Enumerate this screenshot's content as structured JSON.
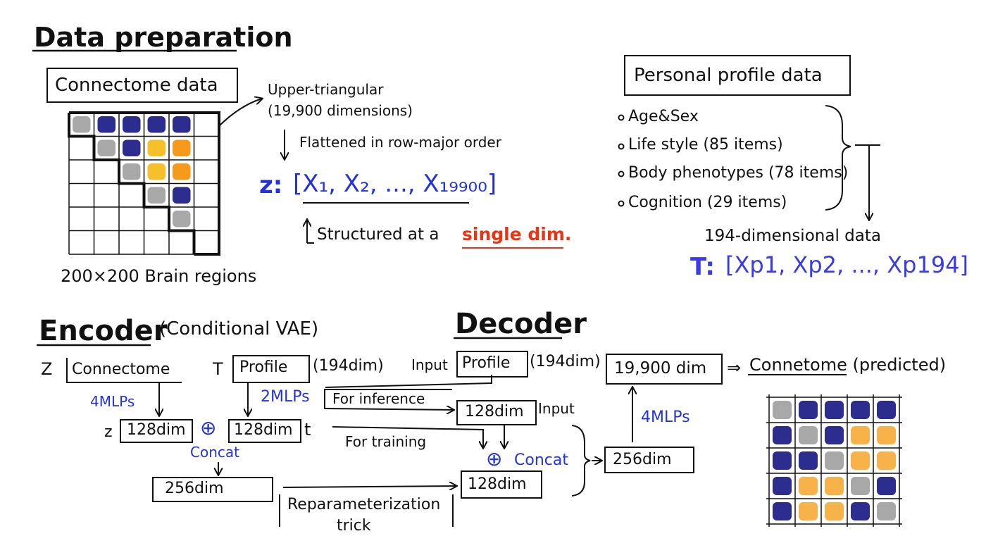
{
  "data_prep": {
    "title": "Data preparation",
    "connectome_label": "Connectome data",
    "upper_line1": "Upper-triangular",
    "upper_line2": "(19,900 dimensions)",
    "flattened": "Flattened in row-major order",
    "z_vector_prefix": "z:",
    "z_vector": "[X₁, X₂, ..., X₁₉₉₀₀]",
    "structured": "Structured at a",
    "single_dim": "single dim.",
    "brain_regions": "200×200 Brain regions"
  },
  "profile": {
    "title": "Personal profile data",
    "items": [
      "Age&Sex",
      "Life style (85 items)",
      "Body phenotypes (78 items)",
      "Cognition (29 items)"
    ],
    "dim_label": "194-dimensional data",
    "t_vector_prefix": "T:",
    "t_vector": "[Xp1, Xp2, ..., Xp194]"
  },
  "encoder": {
    "title": "Encoder",
    "subtitle": "(Conditional VAE)",
    "z_letter": "Z",
    "connectome_box": "Connectome",
    "t_letter": "T",
    "profile_box": "Profile",
    "profile_dim": "(194dim)",
    "mlps_left": "4MLPs",
    "mlps_right": "2MLPs",
    "z_small": "z",
    "dim128_left": "128dim",
    "dim128_right": "128dim",
    "t_small": "t",
    "concat": "Concat",
    "dim256": "256dim",
    "reparam_line1": "Reparameterization",
    "reparam_line2": "trick"
  },
  "decoder": {
    "title": "Decoder",
    "input_label": "Input",
    "profile_box": "Profile",
    "profile_dim": "(194dim)",
    "for_inference": "For inference",
    "dim128_top": "128dim",
    "input_right": "Input",
    "for_training": "For training",
    "concat": "Concat",
    "dim128_bottom": "128dim",
    "dim256": "256dim",
    "mlps": "4MLPs",
    "dim19900": "19,900 dim",
    "output_label": "Connetome (predicted)"
  },
  "colors": {
    "navy": "#2c2d8f",
    "gray": "#a8a8a8",
    "yellow": "#f5c02a",
    "orange": "#f59a1a",
    "light_orange": "#f7b24a",
    "blue_text": "#2233dd",
    "red_text": "#ee3311"
  }
}
